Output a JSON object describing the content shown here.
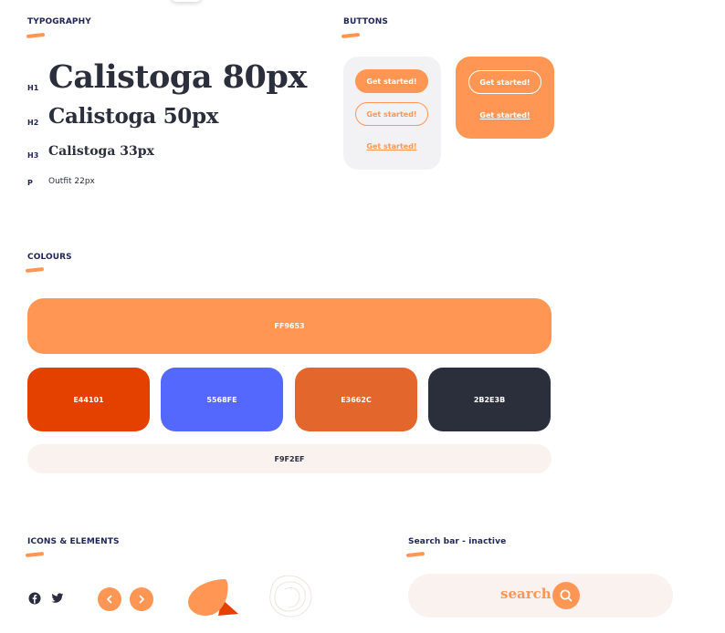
{
  "sections": {
    "typography": "TYPOGRAPHY",
    "buttons": "BUTTONS",
    "colours": "COLOURS",
    "icons": "ICONS & ELEMENTS",
    "search": "Search bar - inactive"
  },
  "typography": {
    "h1": {
      "tag": "H1",
      "sample": "Calistoga 80px"
    },
    "h2": {
      "tag": "H2",
      "sample": "Calistoga 50px"
    },
    "h3": {
      "tag": "H3",
      "sample": "Calistoga 33px"
    },
    "p": {
      "tag": "P",
      "sample": "Outfit 22px"
    }
  },
  "buttons": {
    "label": "Get started!"
  },
  "colours": {
    "main": {
      "label": "FF9653",
      "hex": "#FF9653"
    },
    "c1": {
      "label": "E44101",
      "hex": "#E44101"
    },
    "c2": {
      "label": "5568FE",
      "hex": "#5568FE"
    },
    "c3": {
      "label": "E3662C",
      "hex": "#E3662C"
    },
    "c4": {
      "label": "2B2E3B",
      "hex": "#2B2E3B"
    },
    "light": {
      "label": "F9F2EF",
      "hex": "#F9F2EF"
    }
  },
  "icons": [
    "facebook-icon",
    "twitter-icon",
    "chevron-left-icon",
    "chevron-right-icon",
    "leaf-shape",
    "outline-blob-shape",
    "search-icon"
  ],
  "search": {
    "placeholder": "search"
  }
}
